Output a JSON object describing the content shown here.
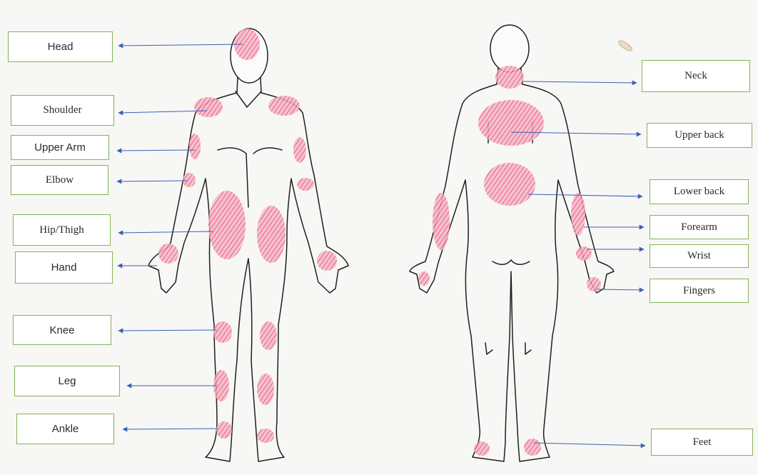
{
  "colors": {
    "box_border": "#86b156",
    "arrow": "#3a62b5",
    "pain": "#e0325c",
    "outline": "#1f1f1f"
  },
  "front_labels": {
    "head": "Head",
    "shoulder": "Shoulder",
    "upper_arm": "Upper Arm",
    "elbow": "Elbow",
    "hip_thigh": "Hip/Thigh",
    "hand": "Hand",
    "knee": "Knee",
    "leg": "Leg",
    "ankle": "Ankle"
  },
  "back_labels": {
    "neck": "Neck",
    "upper_back": "Upper back",
    "lower_back": "Lower back",
    "forearm": "Forearm",
    "wrist": "Wrist",
    "fingers": "Fingers",
    "feet": "Feet"
  }
}
